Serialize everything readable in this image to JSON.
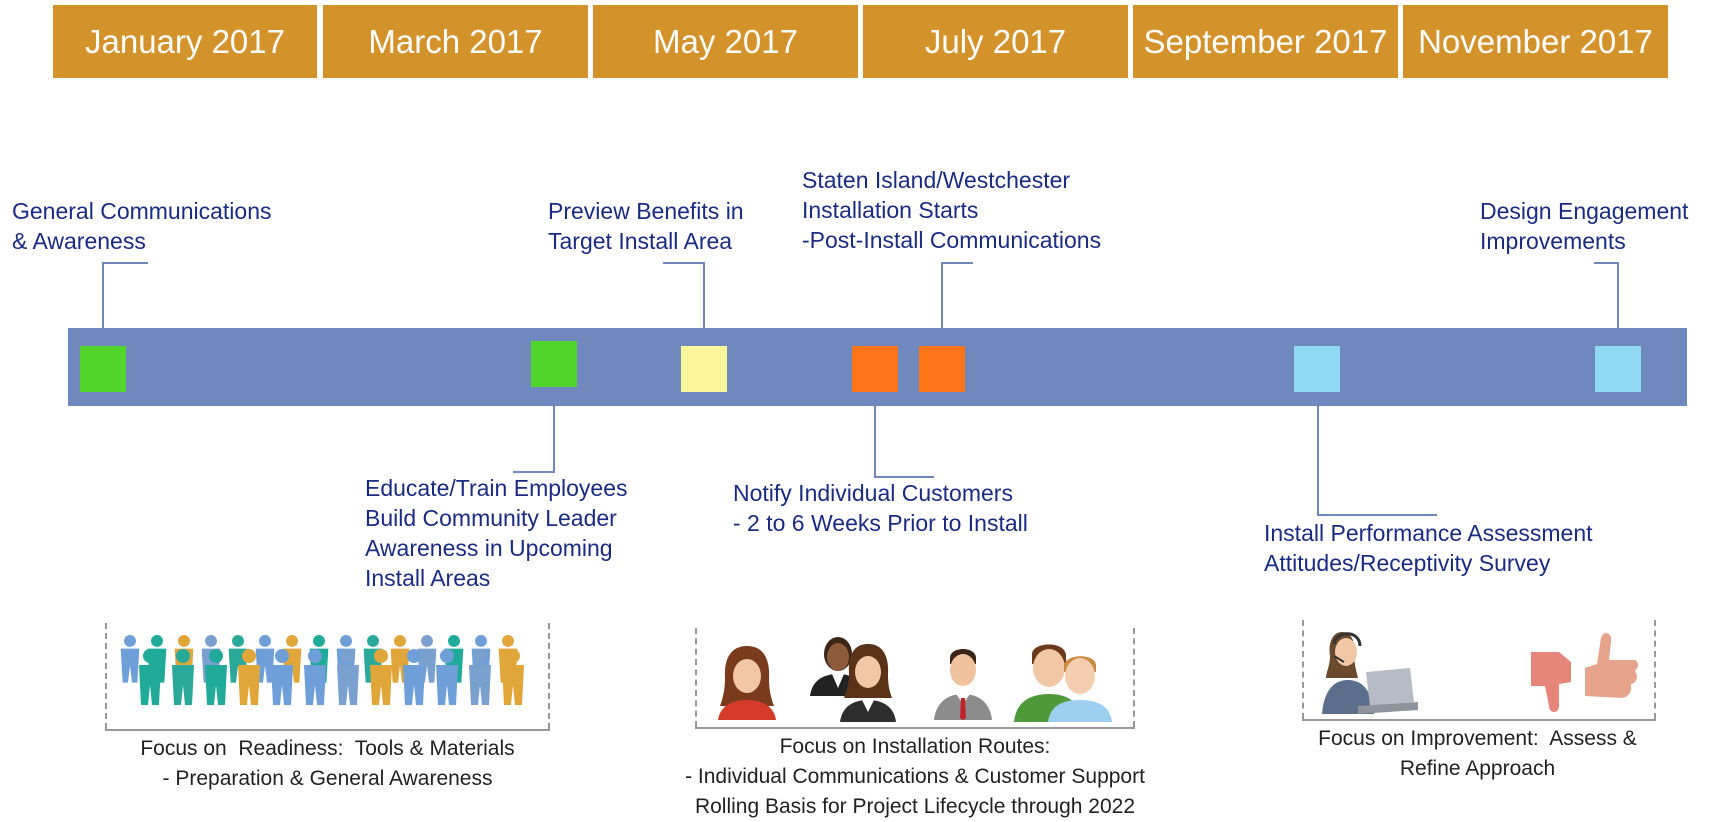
{
  "months": [
    "January 2017",
    "March 2017",
    "May 2017",
    "July 2017",
    "September 2017",
    "November 2017"
  ],
  "colors": {
    "header": "#d4922a",
    "bar": "#6f89bf",
    "label_text": "#1a2b86",
    "green": "#52d62c",
    "yellow": "#fff59a",
    "orange": "#ff7518",
    "light_blue": "#90d9f5"
  },
  "milestones": [
    {
      "label": "General Communications\n& Awareness",
      "color": "green"
    },
    {
      "label": "Educate/Train Employees\nBuild Community Leader\nAwareness in Upcoming\nInstall Areas",
      "color": "green"
    },
    {
      "label": "Preview Benefits in\nTarget Install Area",
      "color": "yellow"
    },
    {
      "label": "Notify Individual Customers\n- 2 to 6 Weeks Prior to Install",
      "color": "orange"
    },
    {
      "label": "Staten Island/Westchester\nInstallation Starts\n-Post-Install Communications",
      "color": "orange"
    },
    {
      "label": "Install Performance Assessment\nAttitudes/Receptivity Survey",
      "color": "light_blue"
    },
    {
      "label": "Design Engagement\nImprovements",
      "color": "light_blue"
    }
  ],
  "focus_areas": [
    {
      "caption": "Focus on  Readiness:  Tools & Materials\n- Preparation & General Awareness",
      "icons": [
        "crowd-of-people-icon"
      ]
    },
    {
      "caption": "Focus on Installation Routes:\n- Individual Communications & Customer Support\nRolling Basis for Project Lifecycle through 2022",
      "icons": [
        "woman-avatar-icon",
        "business-women-icon",
        "businessman-avatar-icon",
        "two-men-avatar-icon"
      ]
    },
    {
      "caption": "Focus on Improvement:  Assess &\nRefine Approach",
      "icons": [
        "call-center-agent-icon",
        "thumbs-down-up-icon"
      ]
    }
  ]
}
